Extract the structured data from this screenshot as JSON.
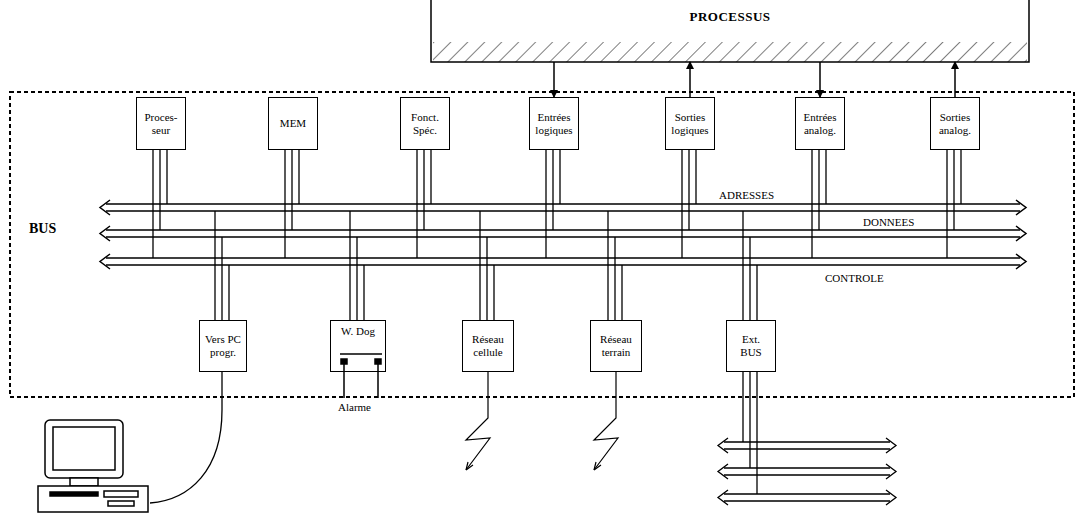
{
  "diagram": {
    "nodes": [
      {
        "text": [
          "PROCESSUS"
        ]
      },
      {
        "text": [
          "Proces- seur"
        ]
      },
      {
        "text": [
          "MEM"
        ]
      },
      {
        "text": [
          "Fonct. Spéc."
        ]
      },
      {
        "text": [
          "Entrées logiques"
        ]
      },
      {
        "text": [
          "Sorties logiques"
        ]
      },
      {
        "text": [
          "Entrées analog."
        ]
      },
      {
        "text": [
          "Sorties analog."
        ]
      },
      {
        "text": [
          "Vers PC progr."
        ]
      },
      {
        "text": [
          "W. Dog"
        ]
      },
      {
        "text": [
          "Réseau cellule"
        ]
      },
      {
        "text": [
          "Réseau terrain"
        ]
      },
      {
        "text": [
          "Ext. BUS"
        ]
      }
    ],
    "edges": [
      {
        "from": 0,
        "to": 4,
        "arrow": "to"
      },
      {
        "from": 5,
        "to": 0,
        "arrow": "to"
      },
      {
        "from": 0,
        "to": 6,
        "arrow": "to"
      },
      {
        "from": 7,
        "to": 0,
        "arrow": "to"
      }
    ],
    "labels": [
      "BUS",
      "ADRESSES",
      "DONNEES",
      "CONTROLE",
      "Alarme"
    ]
  }
}
